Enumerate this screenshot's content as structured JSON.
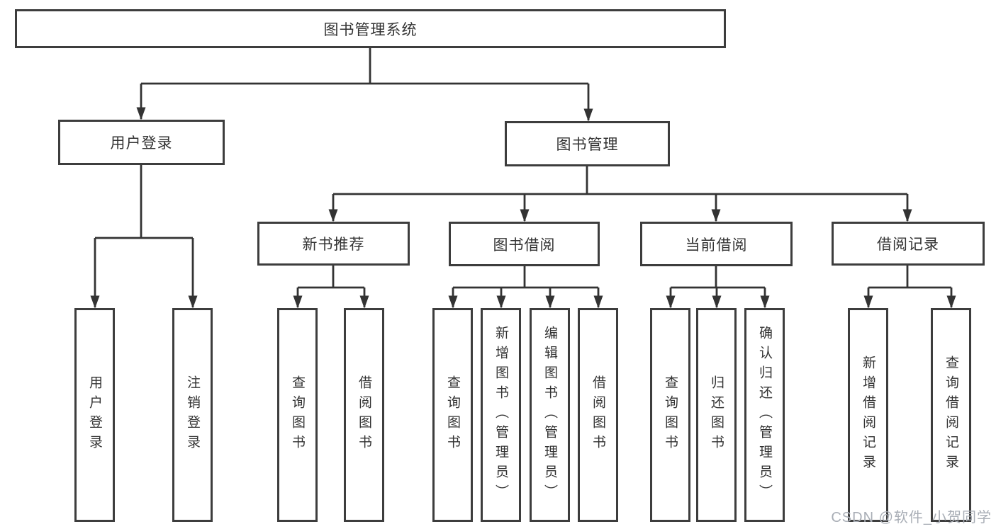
{
  "tree": {
    "label": "图书管理系统",
    "children": [
      {
        "label": "用户登录",
        "children": [
          {
            "label": "用户登录"
          },
          {
            "label": "注销登录"
          }
        ]
      },
      {
        "label": "图书管理",
        "children": [
          {
            "label": "新书推荐",
            "children": [
              {
                "label": "查询图书"
              },
              {
                "label": "借阅图书"
              }
            ]
          },
          {
            "label": "图书借阅",
            "children": [
              {
                "label": "查询图书"
              },
              {
                "label": "新增图书（管理员）"
              },
              {
                "label": "编辑图书（管理员）"
              },
              {
                "label": "借阅图书"
              }
            ]
          },
          {
            "label": "当前借阅",
            "children": [
              {
                "label": "查询图书"
              },
              {
                "label": "归还图书"
              },
              {
                "label": "确认归还（管理员）"
              }
            ]
          },
          {
            "label": "借阅记录",
            "children": [
              {
                "label": "新增借阅记录"
              },
              {
                "label": "查询借阅记录"
              }
            ]
          }
        ]
      }
    ]
  },
  "watermark": {
    "text": "CSDN @软件_小贺同学"
  },
  "colors": {
    "line": "#333333",
    "box_border": "#3d3d3d",
    "text": "#333333",
    "watermark": "#a9aeb6",
    "background": "#ffffff"
  }
}
